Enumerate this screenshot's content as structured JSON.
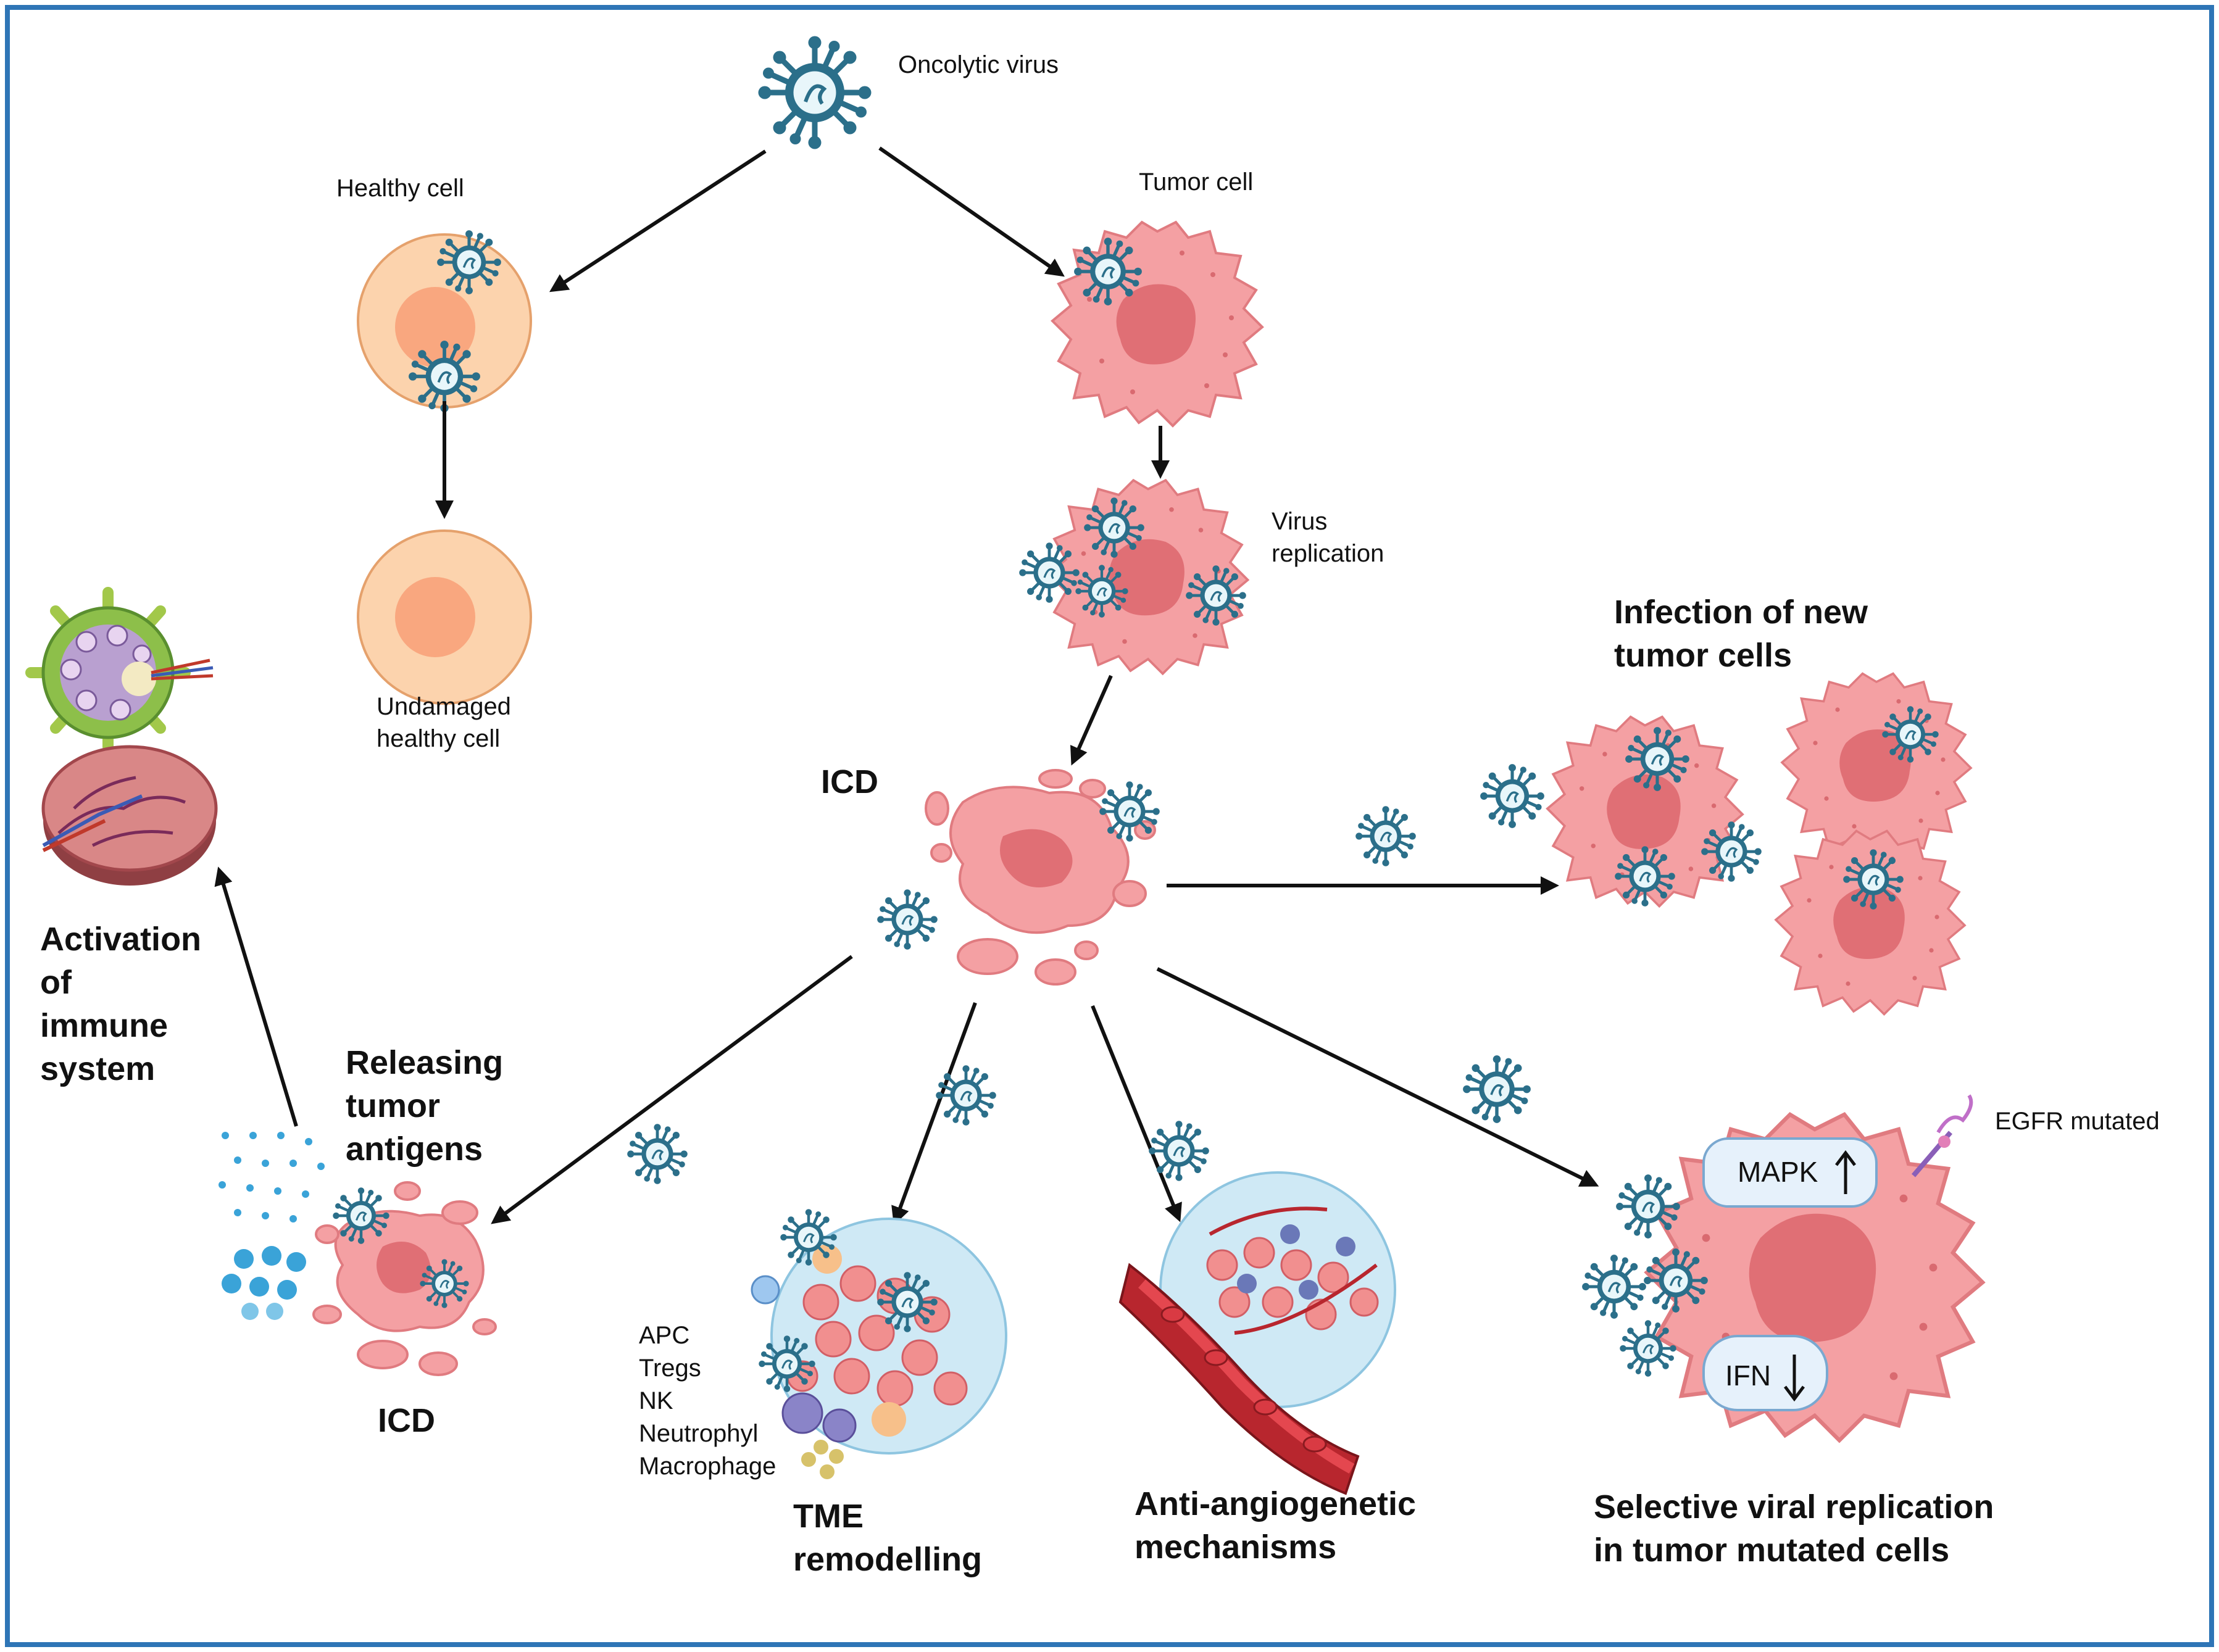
{
  "labels": {
    "oncolytic_virus": "Oncolytic virus",
    "healthy_cell": "Healthy cell",
    "tumor_cell": "Tumor cell",
    "undamaged_1": "Undamaged",
    "undamaged_2": "healthy cell",
    "virus_rep_1": "Virus",
    "virus_rep_2": "replication",
    "infection_1": "Infection of  new",
    "infection_2": "tumor cells",
    "icd_center": "ICD",
    "icd_left": "ICD",
    "activation_1": "Activation",
    "activation_2": "of",
    "activation_3": "immune",
    "activation_4": "system",
    "releasing_1": "Releasing",
    "releasing_2": "tumor",
    "releasing_3": "antigens",
    "tme_list": [
      "APC",
      "Tregs",
      "NK",
      "Neutrophyl",
      "Macrophage"
    ],
    "tme_1": "TME",
    "tme_2": "remodelling",
    "anti_1": "Anti-angiogenetic",
    "anti_2": "mechanisms",
    "selective_1": "Selective viral replication",
    "selective_2": "in tumor mutated cells",
    "egfr": "EGFR mutated",
    "mapk": "MAPK",
    "ifn": "IFN"
  },
  "colors": {
    "frame": "#2e75b6",
    "tumor": "#f4a0a3",
    "tumor_nucleus": "#e06f75",
    "healthy": "#fcd3ad",
    "healthy_nucleus": "#f9a77f",
    "virus": "#2b6f8a",
    "arrow": "#111111"
  }
}
